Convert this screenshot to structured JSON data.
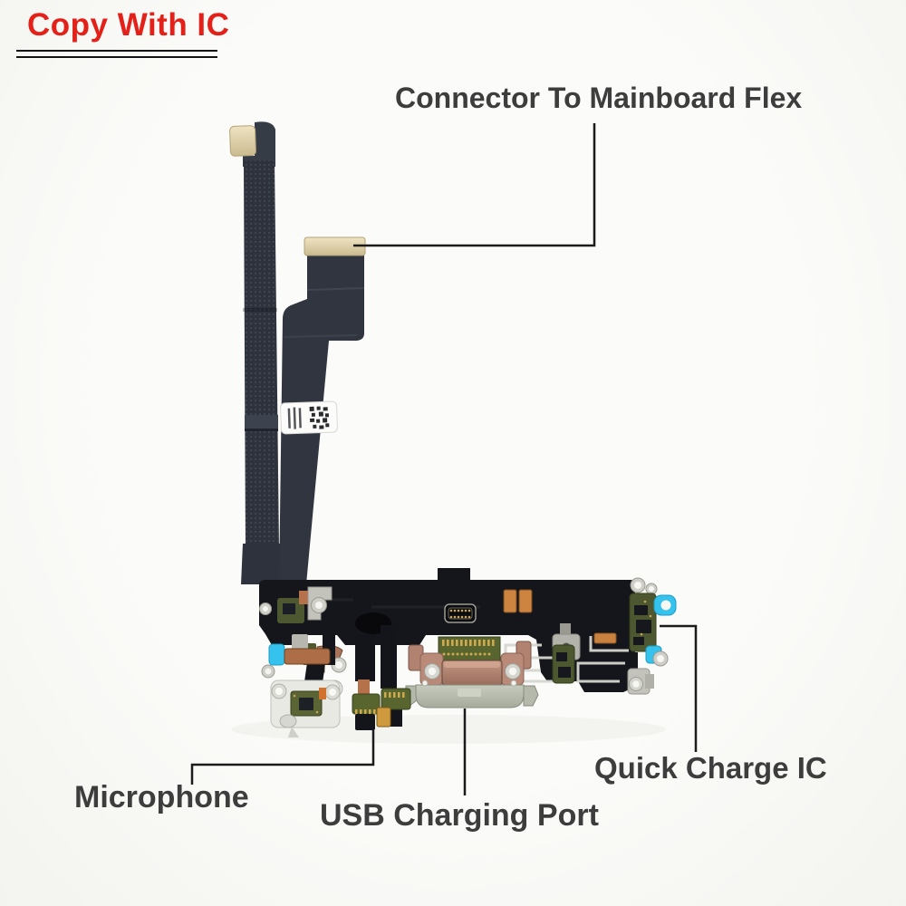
{
  "header": {
    "title": "Copy With IC",
    "title_color": "#e32119",
    "underline_style": "double-black-line"
  },
  "annotations": {
    "connector": {
      "label": "Connector To Mainboard Flex"
    },
    "microphone": {
      "label": "Microphone"
    },
    "usb_port": {
      "label": "USB Charging Port"
    },
    "quick_charge_ic": {
      "label": "Quick Charge IC"
    },
    "text_color": "#3d3d3d",
    "line_color": "#1b1b1b"
  },
  "product": {
    "colors": {
      "flex_black": "#15161b",
      "ribbon_gray": "#2d323c",
      "connector_gold": "#ddcda6",
      "copper_pad": "#cd8440",
      "pcb_green": "#59652f",
      "port_rose": "#b28270",
      "bracket_sage": "#b9beb0",
      "tab_cyan": "#35c2ec",
      "metal_silver": "#cfcfc7",
      "background": "#f7f7f4"
    }
  }
}
